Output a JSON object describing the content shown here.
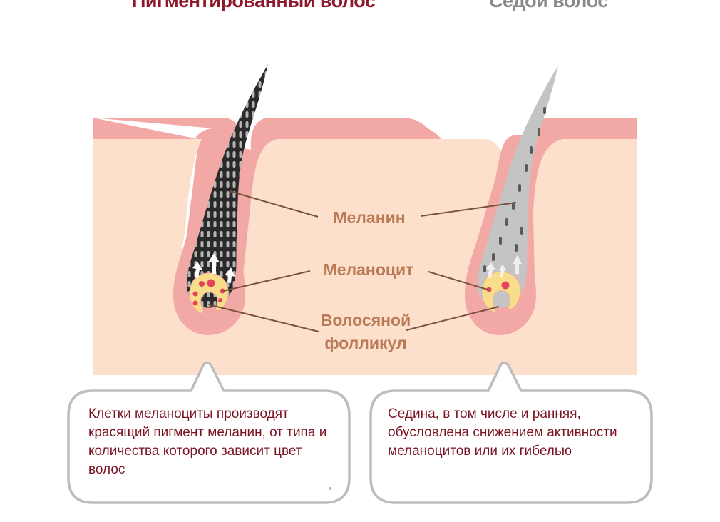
{
  "titles": {
    "left": "Пигментированный волос",
    "right": "Седой волос"
  },
  "labels": {
    "melanin": "Меланин",
    "melanocyte": "Меланоцит",
    "follicle_line1": "Волосяной",
    "follicle_line2": "фолликул"
  },
  "bubbles": {
    "left": "Клетки меланоциты производят красящий пигмент меланин, от типа и количества которого зависит цвет волос",
    "left_mark": ",",
    "right": "Седина, в том числе и ранняя, обусловлена снижением активности меланоцитов или их гибелью"
  },
  "colors": {
    "skin_light": "#fde0cc",
    "skin_pink": "#f2a8a4",
    "hair_dark": "#2a2a2a",
    "hair_gray": "#c4c4c4",
    "melanocyte": "#f8de8a",
    "pigment_dot": "#e8425a",
    "label": "#b97a55",
    "bubble_text": "#7a1424",
    "bubble_border": "#bdbdbd"
  }
}
